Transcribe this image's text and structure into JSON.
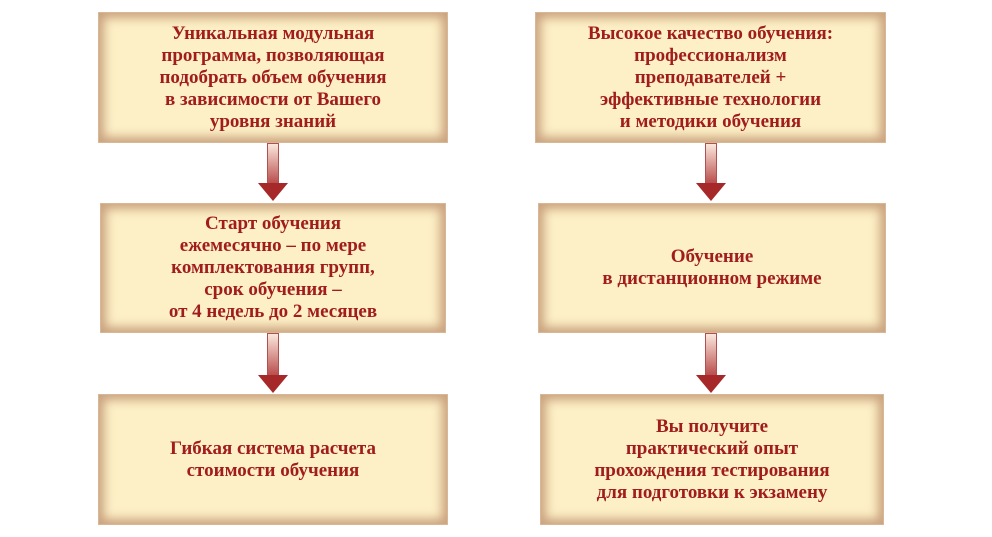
{
  "left_column": [
    {
      "text": "Уникальная модульная\nпрограмма, позволяющая\nподобрать объем обучения\nв зависимости от Вашего\nуровня знаний"
    },
    {
      "text": "Старт обучения\nежемесячно – по мере\nкомплектования групп,\nсрок обучения –\nот 4 недель до 2 месяцев"
    },
    {
      "text": "Гибкая система расчета\nстоимости обучения"
    }
  ],
  "right_column": [
    {
      "text": "Высокое качество обучения:\nпрофессионализм\nпреподавателей +\nэффективные технологии\nи методики обучения"
    },
    {
      "text": "Обучение\nв дистанционном режиме"
    },
    {
      "text": "Вы получите\nпрактический опыт\nпрохождения тестирования\nдля подготовки к экзамену"
    }
  ],
  "colors": {
    "text": "#a11d1d",
    "box": "#fdefc6",
    "arrow": "#a72828"
  }
}
